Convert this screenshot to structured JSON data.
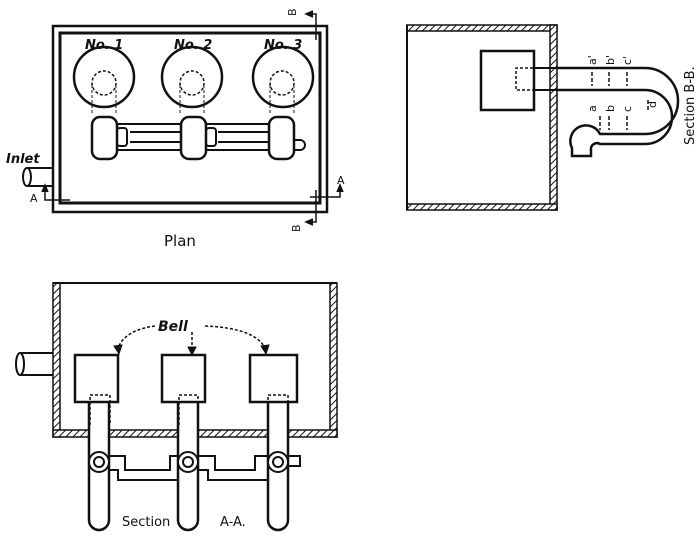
{
  "plan": {
    "title": "Plan",
    "inlet_label": "Inlet",
    "bell_labels": [
      "No. 1",
      "No. 2",
      "No. 3"
    ],
    "section_marks": {
      "a": "A",
      "b": "B"
    }
  },
  "section_bb": {
    "title": "Section B-B.",
    "level_labels_upper": [
      "a'",
      "b'",
      "c'"
    ],
    "level_labels_lower": [
      "a",
      "b",
      "c"
    ],
    "bend_label": "d"
  },
  "section_aa": {
    "title_left": "Section",
    "title_right": "A-A.",
    "bell_label": "Bell"
  },
  "colors": {
    "ink": "#111111",
    "paper": "#ffffff"
  }
}
